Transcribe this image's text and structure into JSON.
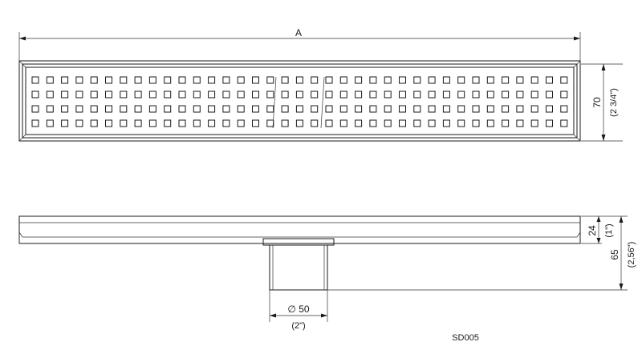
{
  "dimensions": {
    "length_label": "A",
    "width_mm": "70",
    "width_in": "(2 3/4\")",
    "height_top_mm": "24",
    "height_top_in": "(1\")",
    "height_total_mm": "65",
    "height_total_in": "(2,56\")",
    "outlet_mm": "∅ 50",
    "outlet_in": "(2\")"
  },
  "model_code": "SD005",
  "grate": {
    "rows": 4,
    "columns": 37
  },
  "colors": {
    "line": "#1a1a1a",
    "background": "#ffffff"
  }
}
